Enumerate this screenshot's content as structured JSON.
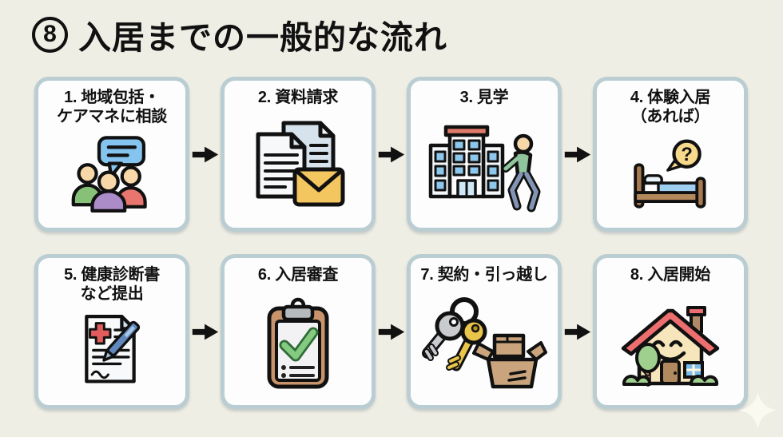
{
  "colors": {
    "bg": "#efeee5",
    "card_bg": "#fdfdfd",
    "card_border": "#b9cdd2",
    "text": "#111111",
    "arrow": "#111111",
    "sparkle": "#fbfaf1"
  },
  "title": {
    "badge_number": "8",
    "text": "入居までの一般的な流れ"
  },
  "steps": [
    {
      "icon": "consultation-people-icon",
      "lines": [
        "1. 地域包括・",
        "ケアマネに相談"
      ]
    },
    {
      "icon": "documents-envelope-icon",
      "lines": [
        "2. 資料請求"
      ]
    },
    {
      "icon": "building-walk-icon",
      "lines": [
        "3. 見学"
      ]
    },
    {
      "icon": "bed-question-icon",
      "lines": [
        "4. 体験入居",
        "（あれば）"
      ],
      "bubble_char": "?"
    },
    {
      "icon": "health-document-pen-icon",
      "lines": [
        "5. 健康診断書",
        "など提出"
      ]
    },
    {
      "icon": "clipboard-check-icon",
      "lines": [
        "6. 入居審査"
      ]
    },
    {
      "icon": "keys-boxes-icon",
      "lines": [
        "7. 契約・引っ越し"
      ]
    },
    {
      "icon": "smiling-house-icon",
      "lines": [
        "8. 入居開始"
      ]
    }
  ]
}
